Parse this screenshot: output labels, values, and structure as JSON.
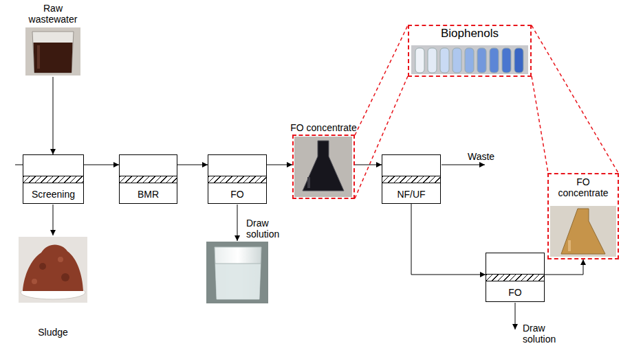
{
  "diagram": {
    "nodes": [
      {
        "text": [
          "Screening"
        ]
      },
      {
        "text": [
          "BMR"
        ]
      },
      {
        "text": [
          "FO"
        ]
      },
      {
        "text": [
          "FO concentrate"
        ]
      },
      {
        "text": [
          "Biophenols"
        ]
      },
      {
        "text": [
          "NF/UF"
        ]
      },
      {
        "text": [
          "FO"
        ]
      },
      {
        "text": [
          "FO concentrate"
        ]
      }
    ],
    "edges": [
      {
        "from": 0,
        "to": 1,
        "arrow": "to"
      },
      {
        "from": 1,
        "to": 2,
        "arrow": "to"
      },
      {
        "from": 2,
        "to": 3,
        "arrow": "to"
      },
      {
        "from": 3,
        "to": 5,
        "arrow": "to"
      },
      {
        "from": 5,
        "to": 6,
        "arrow": "to"
      },
      {
        "from": 6,
        "to": 7,
        "arrow": "to"
      }
    ],
    "labels": [
      "Raw wastewater",
      "Sludge",
      "Draw solution",
      "Waste",
      "Draw solution"
    ]
  }
}
